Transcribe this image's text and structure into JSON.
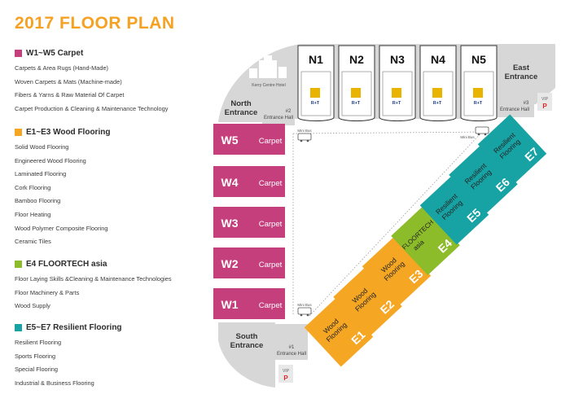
{
  "title": "2017 FLOOR PLAN",
  "colors": {
    "title": "#f5a223",
    "carpet": "#c43f7c",
    "wood": "#f5a623",
    "floortech": "#8cbc2a",
    "resilient": "#17a2a3",
    "grey": "#d7d7d7",
    "vip": "#e32222"
  },
  "legend": [
    {
      "heading": "W1~W5  Carpet",
      "color": "#c43f7c",
      "items": [
        "Carpets & Area Rugs (Hand-Made)",
        "Woven Carpets & Mats (Machine-made)",
        "Fibers & Yarns & Raw Material Of Carpet",
        "Carpet Production & Cleaning & Maintenance Technology"
      ]
    },
    {
      "heading": "E1~E3  Wood Flooring",
      "color": "#f5a623",
      "items": [
        "Solid Wood Flooring",
        "Engineered Wood Flooring",
        "Laminated Flooring",
        "Cork Flooring",
        "Bamboo Flooring",
        "Floor Heating",
        "Wood Polymer Composite Flooring",
        "Ceramic Tiles"
      ]
    },
    {
      "heading": "E4  FLOORTECH asia",
      "color": "#8cbc2a",
      "items": [
        "Floor Laying Skills &Cleaning & Maintenance Technologies",
        "Floor Machinery & Parts",
        "Wood Supply"
      ]
    },
    {
      "heading": "E5~E7  Resilient Flooring",
      "color": "#17a2a3",
      "items": [
        "Resilient Flooring",
        "Sports Flooring",
        "Special Flooring",
        "Industrial & Business Flooring"
      ]
    }
  ],
  "map": {
    "north_halls": [
      {
        "id": "N1",
        "logo": "R+T"
      },
      {
        "id": "N2",
        "logo": "R+T"
      },
      {
        "id": "N3",
        "logo": "R+T"
      },
      {
        "id": "N4",
        "logo": "R+T"
      },
      {
        "id": "N5",
        "logo": "R+T"
      }
    ],
    "west_halls": [
      {
        "id": "W5",
        "label": "Carpet"
      },
      {
        "id": "W4",
        "label": "Carpet"
      },
      {
        "id": "W3",
        "label": "Carpet"
      },
      {
        "id": "W2",
        "label": "Carpet"
      },
      {
        "id": "W1",
        "label": "Carpet"
      }
    ],
    "east_halls": [
      {
        "id": "E1",
        "label": [
          "Wood",
          "Flooring"
        ],
        "color": "#f5a623"
      },
      {
        "id": "E2",
        "label": [
          "Wood",
          "Flooring"
        ],
        "color": "#f5a623"
      },
      {
        "id": "E3",
        "label": [
          "Wood",
          "Flooring"
        ],
        "color": "#f5a623"
      },
      {
        "id": "E4",
        "label": [
          "FLOORTECH",
          "asia"
        ],
        "color": "#8cbc2a"
      },
      {
        "id": "E5",
        "label": [
          "Resilient",
          "Flooring"
        ],
        "color": "#17a2a3"
      },
      {
        "id": "E6",
        "label": [
          "Resilient",
          "Flooring"
        ],
        "color": "#17a2a3"
      },
      {
        "id": "E7",
        "label": [
          "Resilient",
          "Flooring"
        ],
        "color": "#17a2a3"
      }
    ],
    "entrances": {
      "north": [
        "North",
        "Entrance"
      ],
      "south": [
        "South",
        "Entrance"
      ],
      "east": [
        "East",
        "Entrance"
      ]
    },
    "entrance_halls": {
      "n2": [
        "#2",
        "Entrance Hall"
      ],
      "n1": [
        "#1",
        "Entrance Hall"
      ],
      "n3": [
        "#3",
        "Entrance Hall"
      ]
    },
    "hotel": "Kerry Centre Hotel",
    "mini_bus": "Mini Bus",
    "vip": "VIP",
    "parking": "P"
  }
}
